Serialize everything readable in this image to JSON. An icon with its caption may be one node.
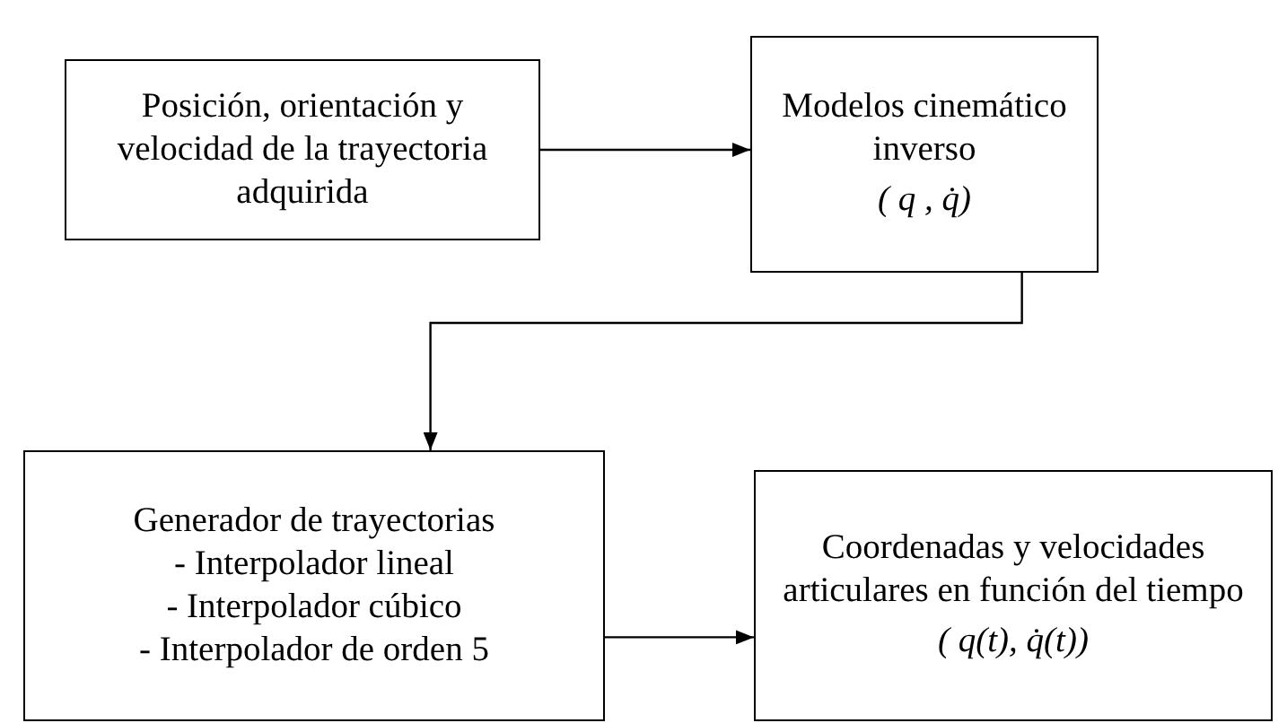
{
  "diagram": {
    "nodes": [
      {
        "text": [
          "Posición, orientación y velocidad de  la trayectoria adquirida"
        ]
      },
      {
        "text": [
          "Modelos cinemático inverso",
          "( q , q̇)"
        ]
      },
      {
        "text": [
          "Generador de trayectorias",
          "- Interpolador lineal",
          "- Interpolador cúbico",
          "- Interpolador de orden 5"
        ]
      },
      {
        "text": [
          "Coordenadas y velocidades articulares en función del tiempo",
          "( q(t), q̇(t))"
        ]
      }
    ],
    "edges": [
      {
        "from": 0,
        "to": 1,
        "arrow": "to"
      },
      {
        "from": 1,
        "to": 2,
        "arrow": "to"
      },
      {
        "from": 2,
        "to": 3,
        "arrow": "to"
      }
    ]
  }
}
